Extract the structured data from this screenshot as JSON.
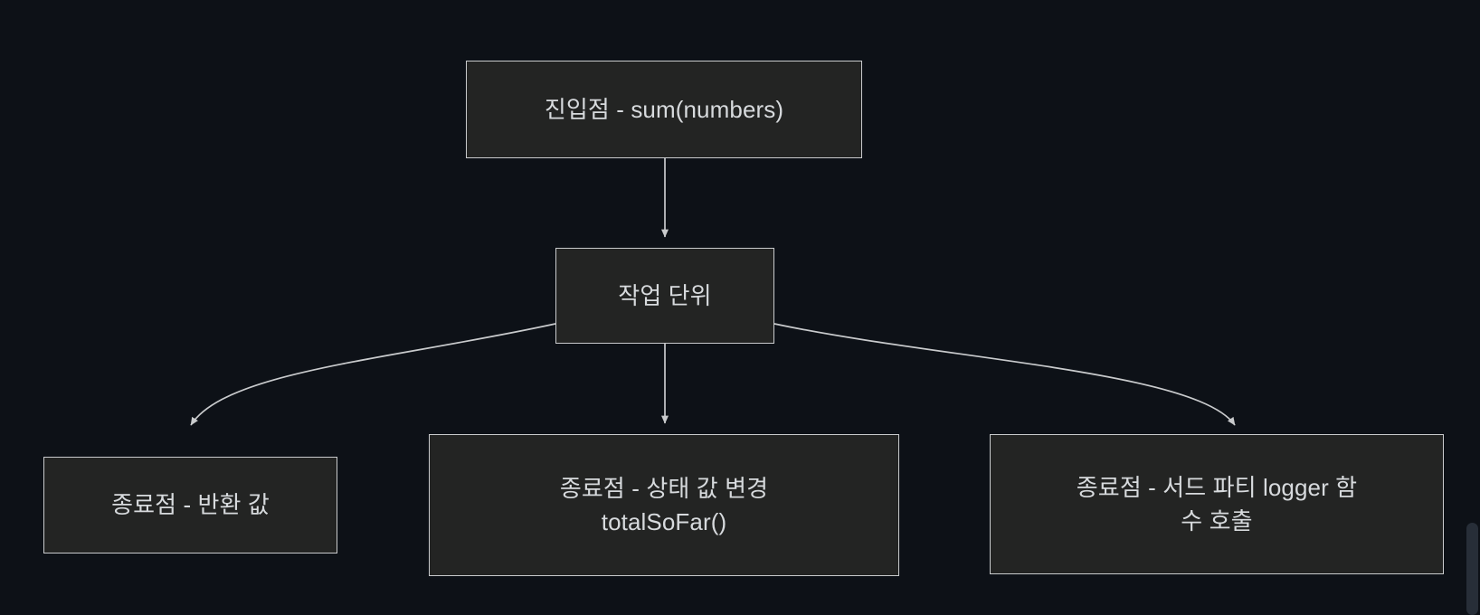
{
  "diagram": {
    "type": "flowchart",
    "direction": "top-down",
    "background_color": "#0d1117",
    "node_fill_color": "#232423",
    "node_border_color": "#c9cbcd",
    "text_color": "#d7dadd",
    "edge_color": "#c9cbcd",
    "nodes": [
      {
        "id": "entry",
        "label": "진입점 - sum(numbers)",
        "role": "entry-point"
      },
      {
        "id": "unit",
        "label": "작업 단위",
        "role": "unit-of-work"
      },
      {
        "id": "exit_return",
        "label": "종료점 - 반환 값",
        "role": "exit-point"
      },
      {
        "id": "exit_state",
        "label": "종료점 - 상태 값 변경\ntotalSoFar()",
        "role": "exit-point"
      },
      {
        "id": "exit_logger",
        "label": "종료점 - 서드 파티 logger 함\n수 호출",
        "role": "exit-point"
      }
    ],
    "edges": [
      {
        "from": "entry",
        "to": "unit",
        "style": "straight",
        "arrow": "triangle"
      },
      {
        "from": "unit",
        "to": "exit_return",
        "style": "curved",
        "arrow": "triangle"
      },
      {
        "from": "unit",
        "to": "exit_state",
        "style": "straight",
        "arrow": "triangle"
      },
      {
        "from": "unit",
        "to": "exit_logger",
        "style": "curved",
        "arrow": "triangle"
      }
    ]
  },
  "scrollbar": {
    "orientation": "vertical",
    "thumb_color": "#272e38"
  }
}
